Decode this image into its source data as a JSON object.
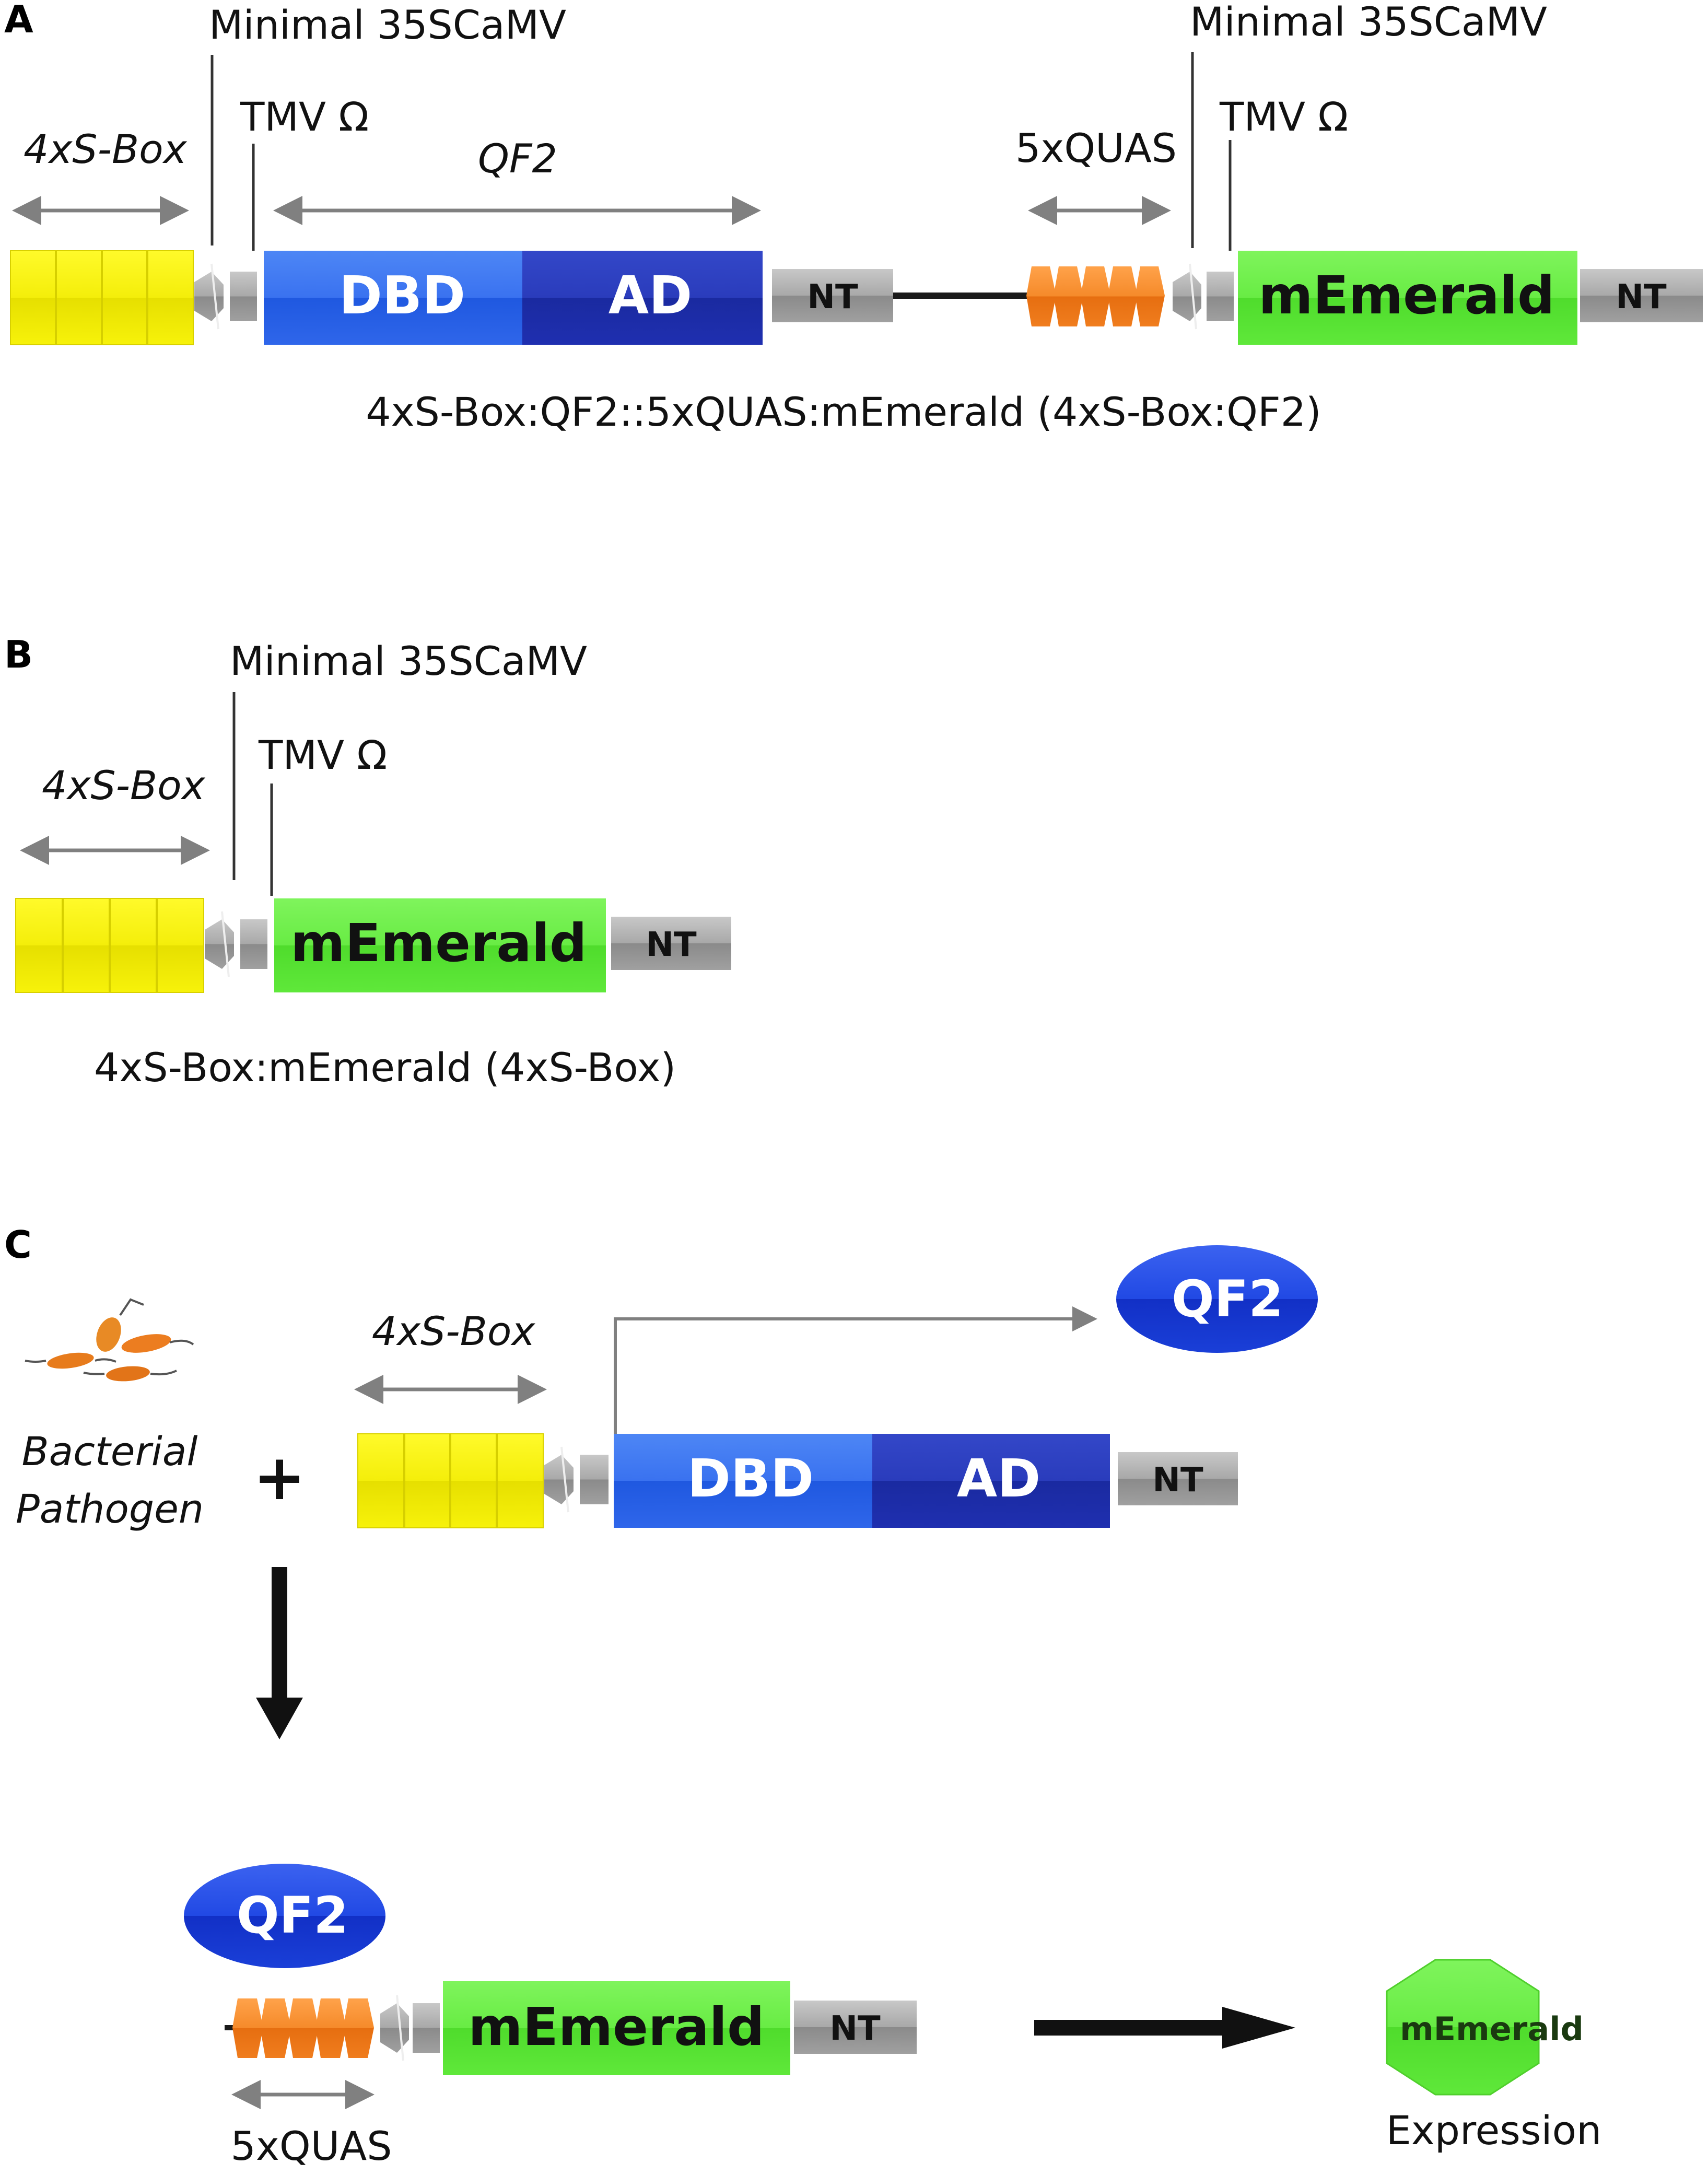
{
  "panels": {
    "a": {
      "panel_label": "A",
      "minimal_1": "Minimal 35SCaMV",
      "minimal_2": "Minimal 35SCaMV",
      "tmv_1": "TMV Ω",
      "tmv_2": "TMV Ω",
      "sbox": "4xS-Box",
      "qf2": "QF2",
      "quas": "5xQUAS",
      "dbd": "DBD",
      "ad": "AD",
      "nt_1": "NT",
      "nt_2": "NT",
      "memerald": "mEmerald",
      "caption": "4xS-Box:QF2::5xQUAS:mEmerald (4xS-Box:QF2)"
    },
    "b": {
      "panel_label": "B",
      "minimal": "Minimal 35SCaMV",
      "tmv": "TMV Ω",
      "sbox": "4xS-Box",
      "memerald": "mEmerald",
      "nt": "NT",
      "caption": "4xS-Box:mEmerald (4xS-Box)"
    },
    "c": {
      "panel_label": "C",
      "bacterial": "Bacterial",
      "pathogen": "Pathogen",
      "plus": "+",
      "sbox": "4xS-Box",
      "qf2_top": "QF2",
      "dbd": "DBD",
      "ad": "AD",
      "nt_1": "NT",
      "qf2_bottom": "QF2",
      "memerald": "mEmerald",
      "nt_2": "NT",
      "quas": "5xQUAS",
      "memerald_protein": "mEmerald",
      "expression": "Expression"
    }
  },
  "colors": {
    "sbox_yellow": "#f7f20a",
    "dbd_blue": "#2f66ea",
    "ad_blue": "#1f2fb0",
    "nt_gray": "#9b9b9b",
    "quas_orange": "#f07d1e",
    "memerald_green": "#5fe83a",
    "qf2_oval": "#1a3fd8"
  }
}
